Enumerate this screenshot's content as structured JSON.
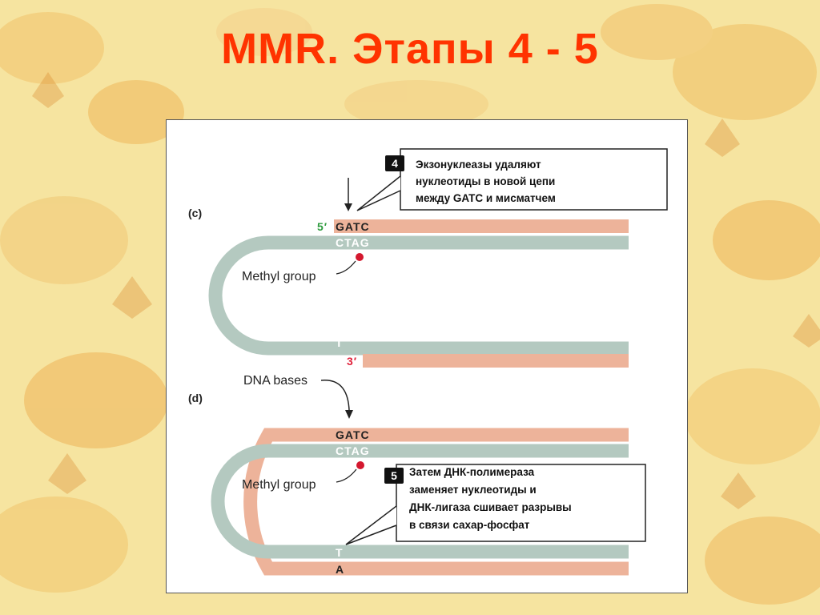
{
  "slide_title": "MMR. Этапы 4 - 5",
  "colors": {
    "title": "#ff3300",
    "old_strand": "#b4c9c0",
    "new_strand": "#edb39a",
    "methyl_dot": "#d4182f",
    "five_prime": "#2e9b3e",
    "three_prime": "#e0223b"
  },
  "panel_c": {
    "label": "(c)",
    "five_prime": "5′",
    "top_seq": "GATC",
    "bottom_seq": "CTAG",
    "methyl_label": "Methyl group",
    "mismatch_base": "T",
    "three_prime": "3′",
    "step_number": "4",
    "note_lines": [
      "Экзонуклеазы удаляют",
      "нуклеотиды в новой цепи",
      "между GATC и мисматчем"
    ]
  },
  "panel_d": {
    "label": "(d)",
    "dna_bases_label": "DNA bases",
    "top_seq": "GATC",
    "bottom_seq": "CTAG",
    "methyl_label": "Methyl group",
    "base_t": "T",
    "base_a": "A",
    "step_number": "5",
    "note_lines": [
      "Затем ДНК-полимераза",
      "заменяет нуклеотиды и",
      "ДНК-лигаза сшивает разрывы",
      "в связи сахар-фосфат"
    ]
  }
}
